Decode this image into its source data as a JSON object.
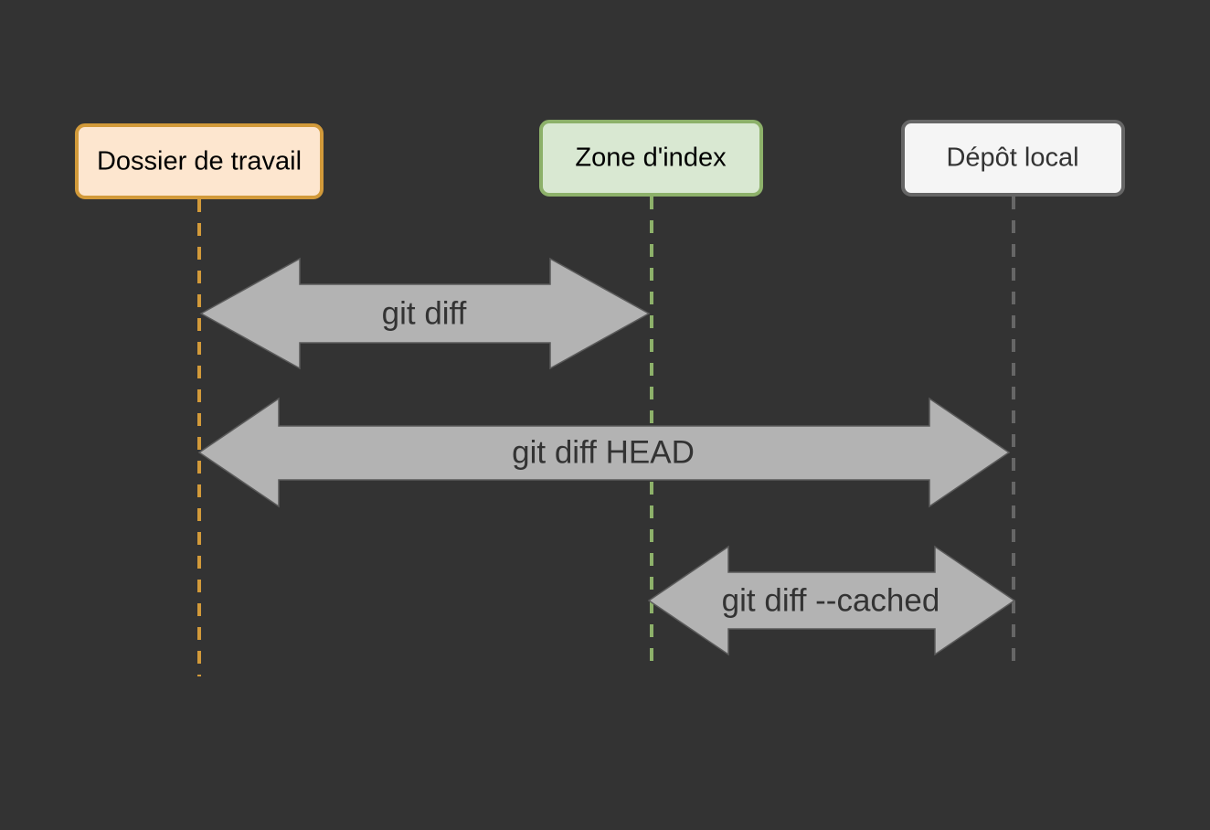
{
  "diagram": {
    "nodes": [
      {
        "id": "working",
        "label": "Dossier de travail",
        "fill": "#fde6cf",
        "stroke": "#d29a3a",
        "text": "#000000"
      },
      {
        "id": "index",
        "label": "Zone d'index",
        "fill": "#d9e8d2",
        "stroke": "#8db16a",
        "text": "#000000"
      },
      {
        "id": "repo",
        "label": "Dépôt local",
        "fill": "#f5f5f5",
        "stroke": "#666666",
        "text": "#333333"
      }
    ],
    "arrows": [
      {
        "from": "working",
        "to": "index",
        "label": "git diff"
      },
      {
        "from": "working",
        "to": "repo",
        "label": "git diff HEAD"
      },
      {
        "from": "index",
        "to": "repo",
        "label": "git diff --cached"
      }
    ],
    "colors": {
      "background": "#333333",
      "arrow_fill": "#b3b3b3",
      "arrow_stroke": "#5a5a5a",
      "arrow_text": "#333333"
    }
  }
}
